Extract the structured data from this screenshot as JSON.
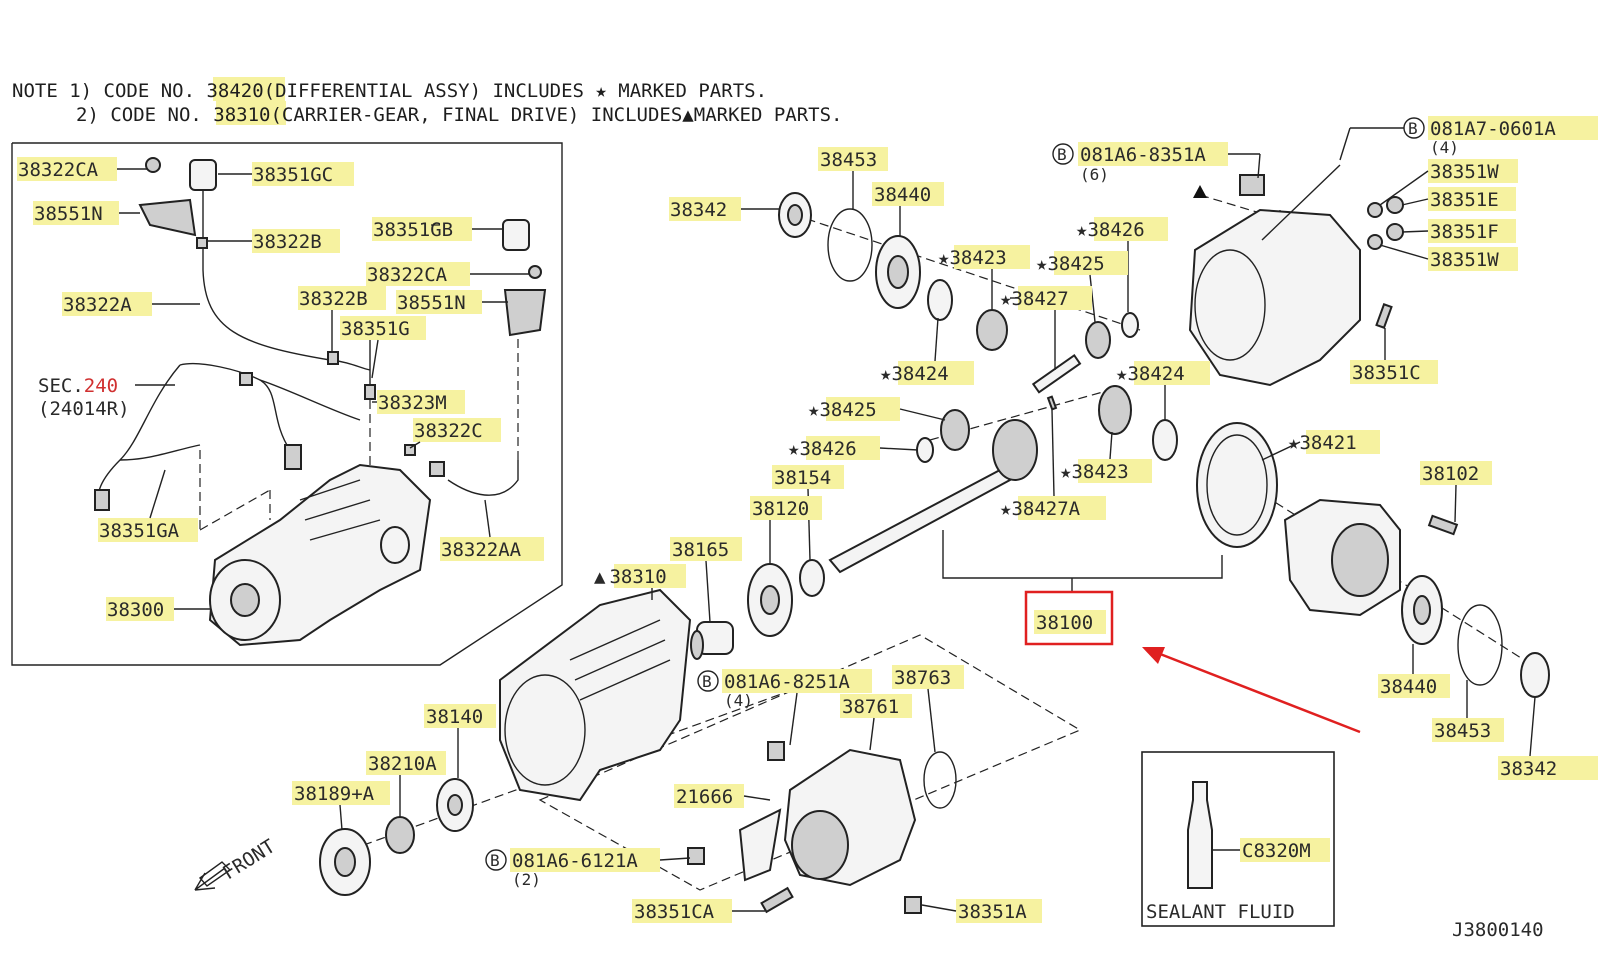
{
  "notes": {
    "line1": {
      "prefix": "NOTE 1) CODE NO. ",
      "code": "38420",
      "text": "(DIFFERENTIAL ASSY) INCLUDES ",
      "mark": "★",
      "suffix": " MARKED PARTS."
    },
    "line2": {
      "prefix": "2) CODE NO. ",
      "code": "38310",
      "text": "(CARRIER-GEAR, FINAL DRIVE) INCLUDES",
      "mark": "▲",
      "suffix": "MARKED PARTS."
    }
  },
  "inset": {
    "labels": [
      "38322CA",
      "38351GC",
      "38551N",
      "38322B",
      "38351GB",
      "38322CA",
      "38322A",
      "38322B",
      "38551N",
      "38351G",
      "38323M",
      "38322C",
      "38351GA",
      "38322AA",
      "38300"
    ],
    "sec_ref": {
      "prefix": "SEC.",
      "num": "240",
      "sub": "(24014R)"
    }
  },
  "parts": {
    "p38453_top": "38453",
    "p38342_top": "38342",
    "p38440_top": "38440",
    "p38423_top": "38423",
    "p38426_top": "38426",
    "p38425_top": "38425",
    "p38427": "38427",
    "p38424_a": "38424",
    "p38424_b": "38424",
    "p38425_b": "38425",
    "p38426_b": "38426",
    "p38423_b": "38423",
    "p38427A": "38427A",
    "p38154": "38154",
    "p38120": "38120",
    "p38165": "38165",
    "p38310": "38310",
    "p38421": "38421",
    "p38102": "38102",
    "p38100": "38100",
    "p38440_r": "38440",
    "p38453_r": "38453",
    "p38342_r": "38342",
    "p38351W_a": "38351W",
    "p38351E": "38351E",
    "p38351F": "38351F",
    "p38351W_b": "38351W",
    "p38351C": "38351C",
    "p081A7": "081A7-0601A",
    "p081A7_qty": "(4)",
    "p081A6_8351A": "081A6-8351A",
    "p081A6_8351A_qty": "(6)",
    "p081A6_8251A": "081A6-8251A",
    "p081A6_8251A_qty": "(4)",
    "p38763": "38763",
    "p38761": "38761",
    "p38140": "38140",
    "p38210A": "38210A",
    "p38189A": "38189+A",
    "p21666": "21666",
    "p081A6_6121A": "081A6-6121A",
    "p081A6_6121A_qty": "(2)",
    "p38351CA": "38351CA",
    "p38351A": "38351A",
    "pC8320M": "C8320M"
  },
  "marks": {
    "star": "★",
    "triangle": "▲",
    "bolt_b": "B"
  },
  "front_label": "FRONT",
  "sealant_caption": "SEALANT FLUID",
  "diagram_id": "J3800140",
  "colors": {
    "highlight": "#f6f2a0",
    "callout": "#e02020",
    "sec_num": "#d03030"
  }
}
